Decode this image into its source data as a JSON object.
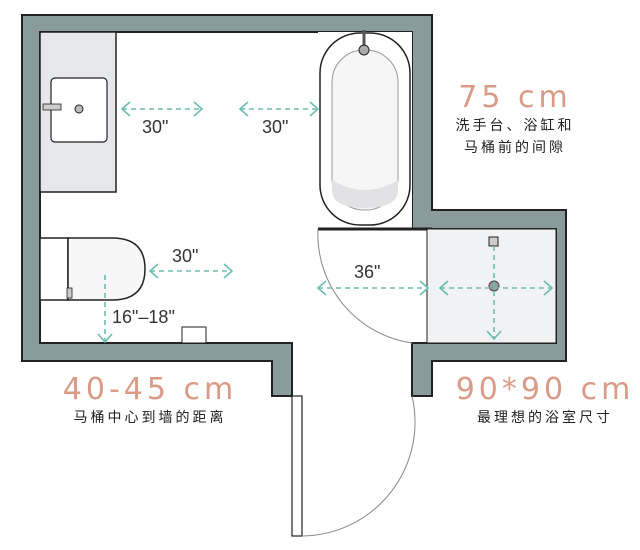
{
  "colors": {
    "wall": "#8a9b9b",
    "wall_outline": "#222222",
    "fixture_fill": "#ececef",
    "arrow": "#6cbcb0",
    "accent_text": "#d99a86"
  },
  "dimensions": {
    "vanity_clearance": "30\"",
    "tub_clearance": "30\"",
    "toilet_front_clearance": "30\"",
    "toilet_center_to_wall": "16\"–18\"",
    "door_width": "36\""
  },
  "annotations": {
    "clearance": {
      "value": "75 cm",
      "line1": "洗手台、浴缸和",
      "line2": "马桶前的间隙"
    },
    "toilet": {
      "value": "40-45 cm",
      "line1": "马桶中心到墙的距离"
    },
    "shower": {
      "value": "90*90 cm",
      "line1": "最理想的浴室尺寸"
    }
  },
  "fixtures": [
    "vanity-sink",
    "bathtub",
    "toilet",
    "shower",
    "door"
  ]
}
